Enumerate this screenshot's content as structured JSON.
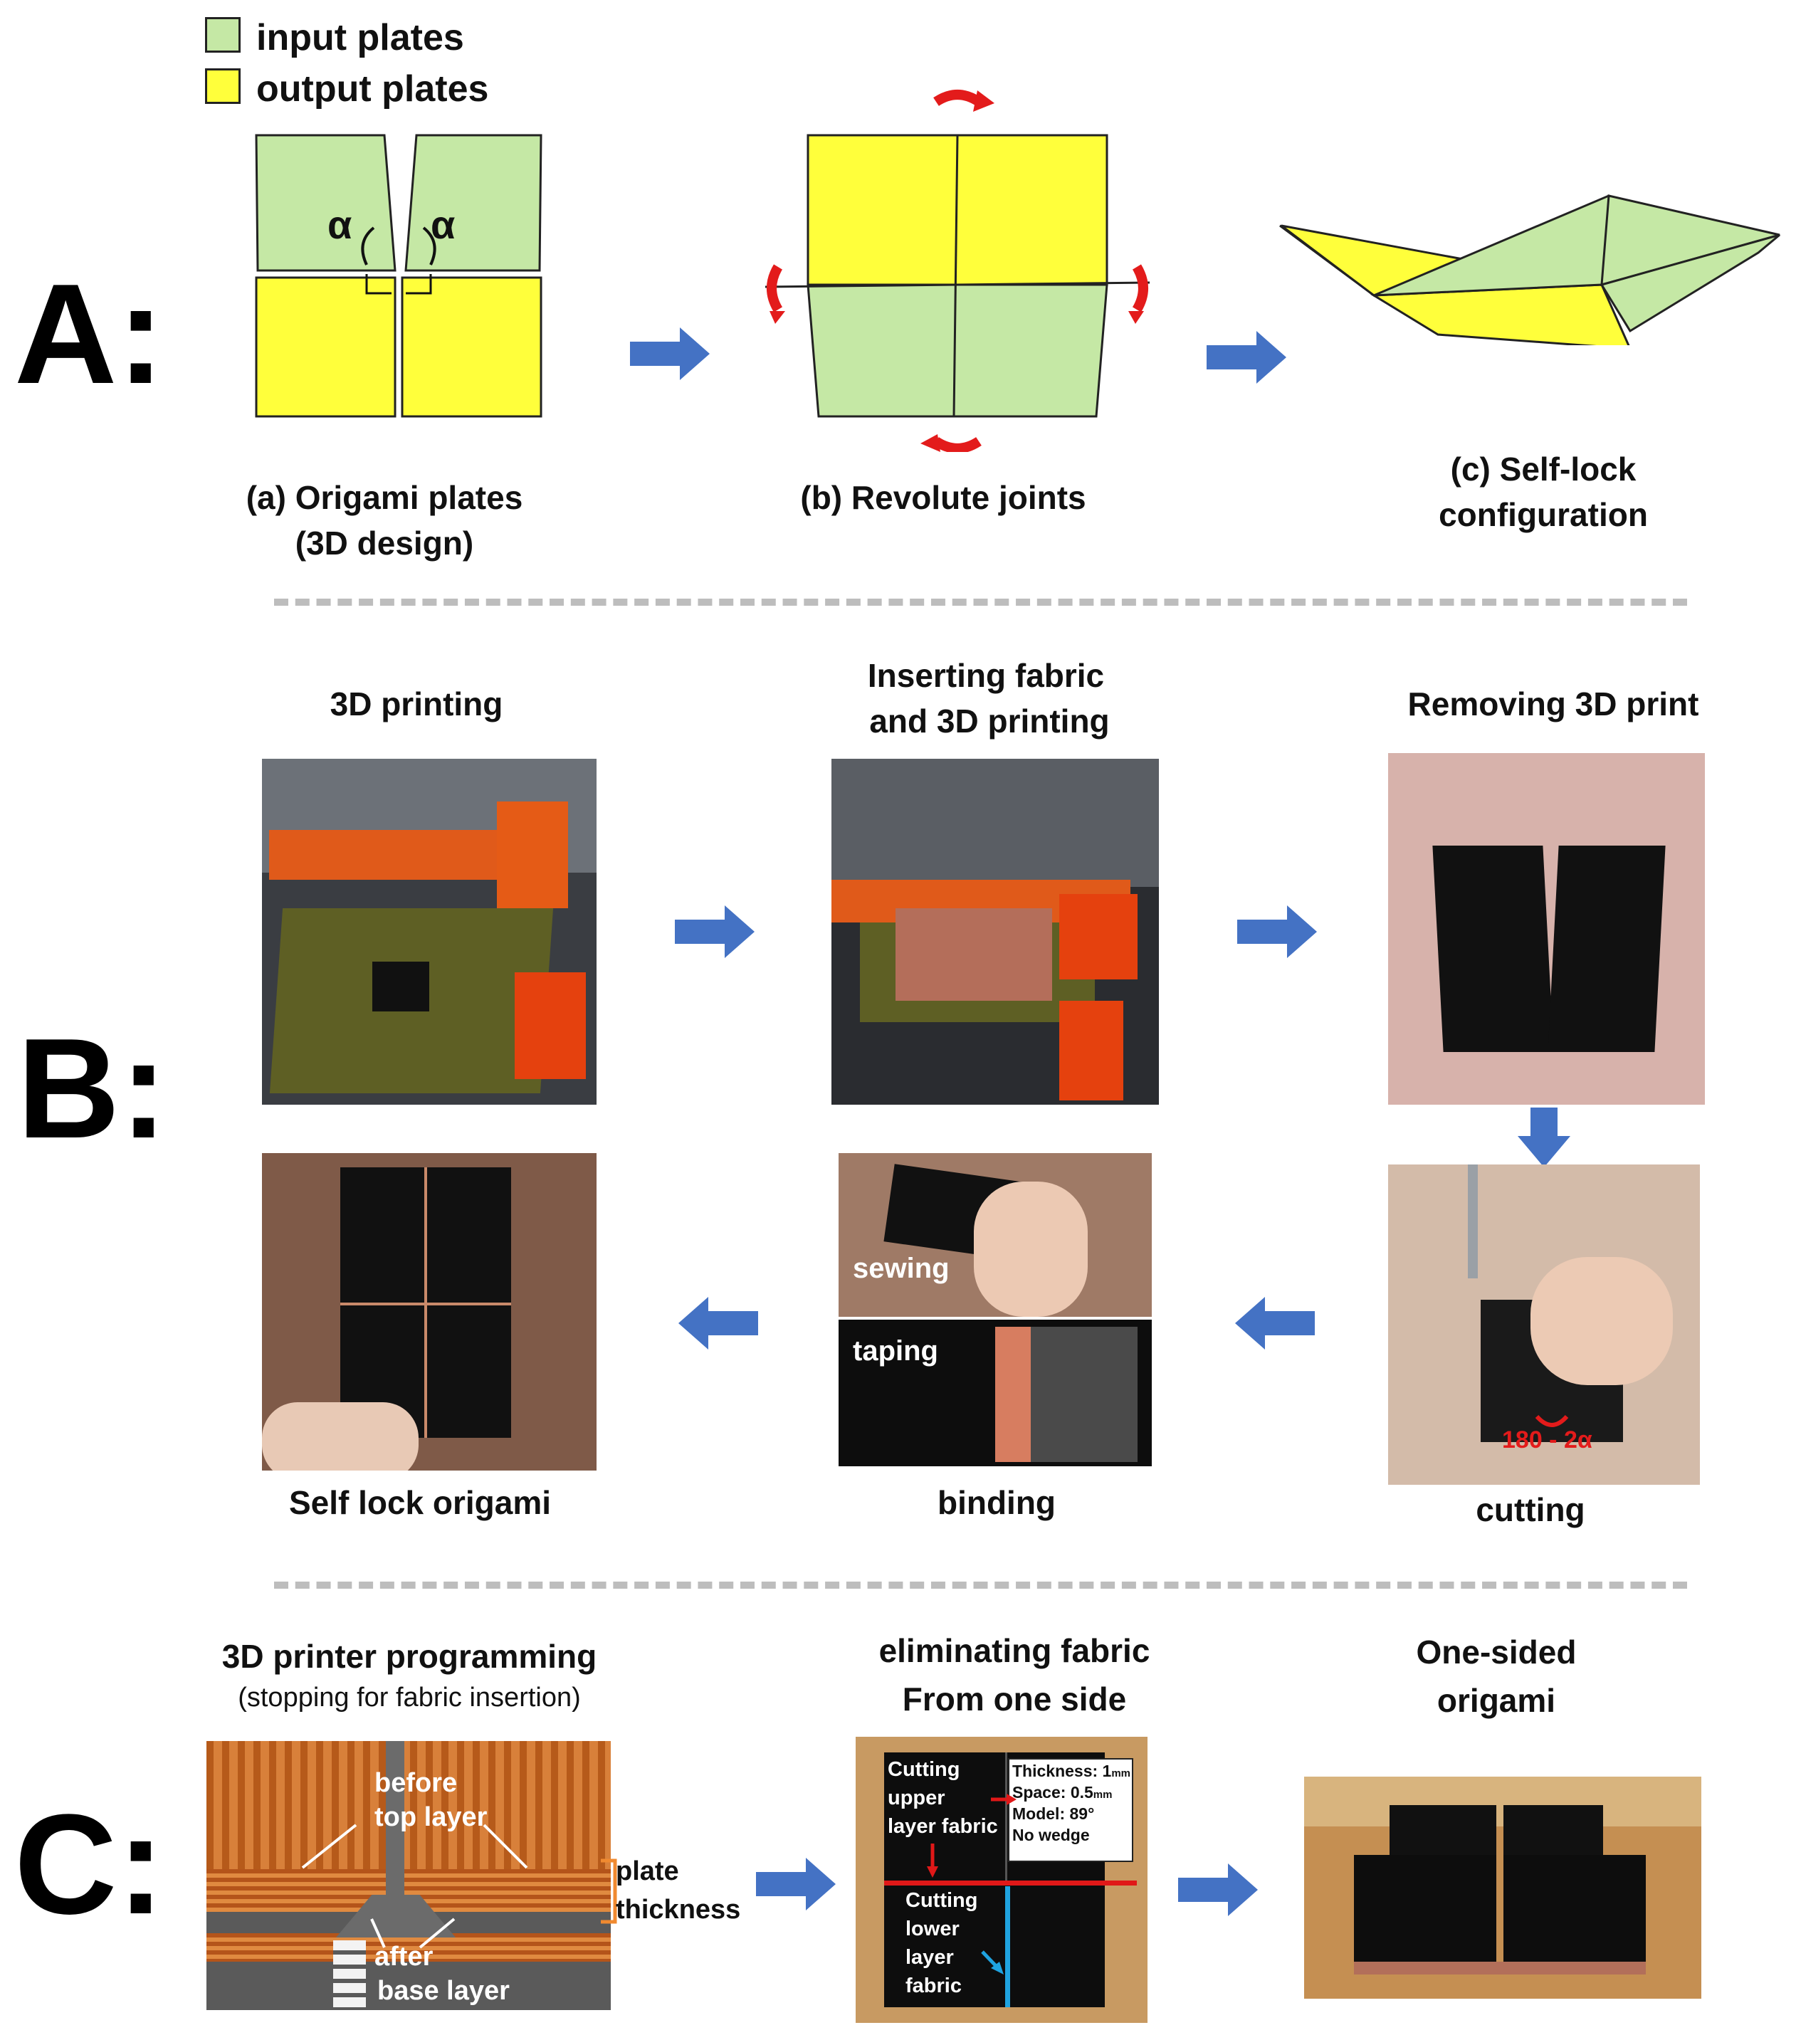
{
  "legend": {
    "input_label": "input plates",
    "output_label": "output plates",
    "input_color": "#c5e8a5",
    "output_color": "#ffff3b"
  },
  "section_a": {
    "letter": "A:",
    "angle_symbol": "α",
    "panel_a_caption": [
      "(a) Origami plates",
      "(3D design)"
    ],
    "panel_b_caption": "(b) Revolute joints",
    "panel_c_caption": [
      "(c) Self-lock",
      "configuration"
    ]
  },
  "section_b": {
    "letter": "B:",
    "step1": "3D printing",
    "step2": [
      "Inserting fabric",
      "and 3D printing"
    ],
    "step3": "Removing 3D print",
    "step4": "cutting",
    "step4_angle": "180 - 2α",
    "step5": "binding",
    "step5_sewing": "sewing",
    "step5_taping": "taping",
    "step6": "Self lock origami"
  },
  "section_c": {
    "letter": "C:",
    "step1_title": "3D printer programming",
    "step1_subtitle": "(stopping for fabric insertion)",
    "step1_before": [
      "before",
      "top layer"
    ],
    "step1_after": [
      "after",
      "base layer"
    ],
    "step1_plate": [
      "plate",
      "thickness"
    ],
    "step2_title": [
      "eliminating fabric",
      "From one side"
    ],
    "step2_upper": [
      "Cutting",
      "upper",
      "layer fabric"
    ],
    "step2_lower": [
      "Cutting",
      "lower",
      "layer",
      "fabric"
    ],
    "step2_info": {
      "thickness": "Thickness: 1",
      "thickness_unit": "mm",
      "space": "Space: 0.5",
      "space_unit": "mm",
      "model": "Model: 89°",
      "wedge": "No wedge"
    },
    "step3_title": [
      "One-sided",
      "origami"
    ]
  },
  "colors": {
    "arrow": "#4472c4",
    "rotation": "#e31b1b",
    "divider": "#bdbdbd"
  },
  "icons": [
    "arrow-right-icon",
    "arrow-left-icon",
    "arrow-down-icon",
    "rotation-arrow-icon"
  ]
}
